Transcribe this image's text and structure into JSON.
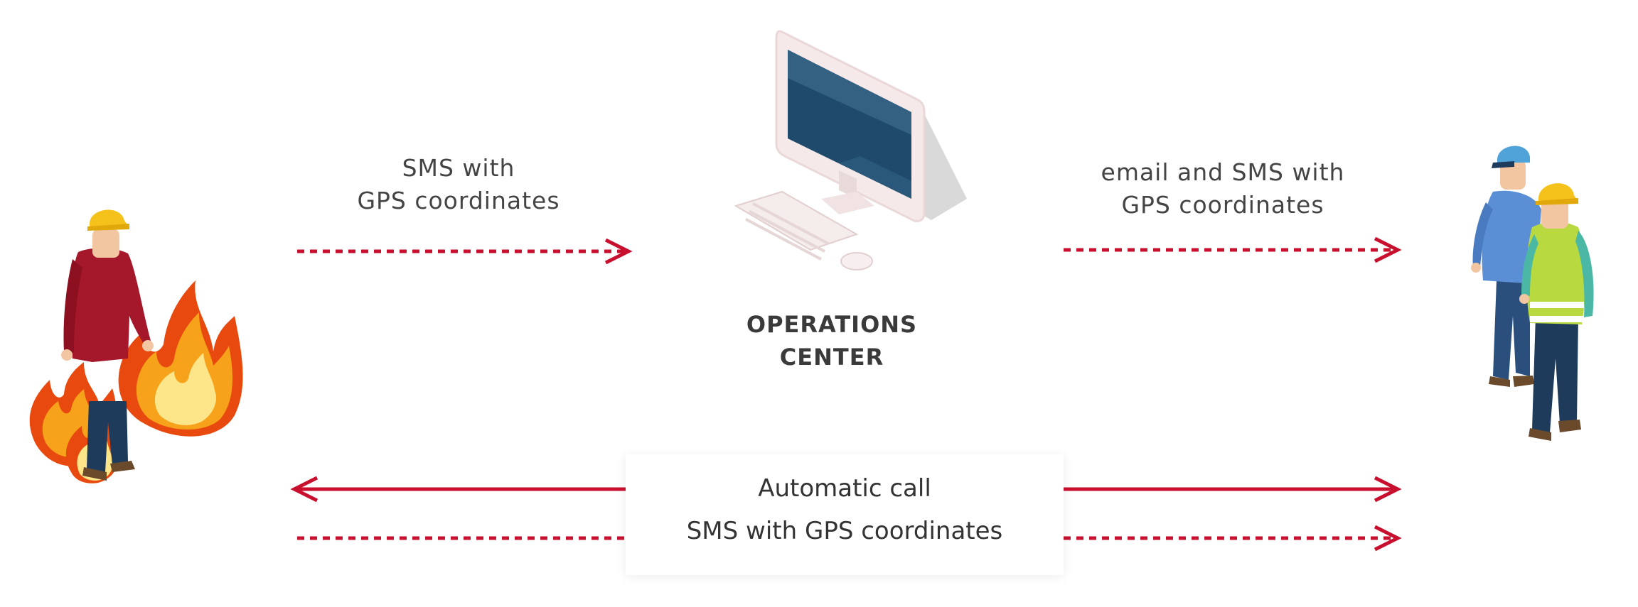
{
  "colors": {
    "arrow": "#c8102e",
    "text": "#444444",
    "title": "#3a3a3a"
  },
  "labels": {
    "sms_to_center_line1": "SMS with",
    "sms_to_center_line2": "GPS coordinates",
    "email_sms_line1": "email and SMS with",
    "email_sms_line2": "GPS coordinates",
    "center_line1": "OPERATIONS",
    "center_line2": "CENTER",
    "automatic_call": "Automatic call",
    "sms_gps": "SMS with GPS coordinates"
  },
  "icons": {
    "worker_in_fire": "worker-in-fire-icon",
    "computer": "computer-workstation-icon",
    "responders": "rescue-team-icon"
  }
}
